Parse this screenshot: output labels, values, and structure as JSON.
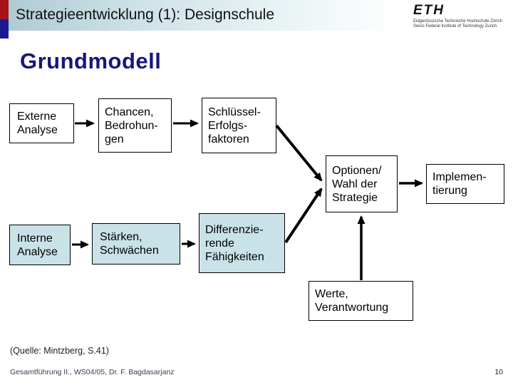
{
  "header": {
    "title": "Strategieentwicklung (1): Designschule",
    "logo": {
      "wordmark": "ETH",
      "line1": "Eidgenössische Technische Hochschule Zürich",
      "line2": "Swiss Federal Institute of Technology Zurich"
    }
  },
  "slide": {
    "title": "Grundmodell"
  },
  "diagram": {
    "boxes": [
      {
        "id": "externe-analyse",
        "lines": [
          "Externe",
          "Analyse"
        ],
        "highlighted": false
      },
      {
        "id": "chancen-bedrohungen",
        "lines": [
          "Chancen,",
          "Bedrohun-",
          "gen"
        ],
        "highlighted": false
      },
      {
        "id": "schluessel-erfolgsfaktoren",
        "lines": [
          "Schlüssel-",
          "Erfolgs-",
          "faktoren"
        ],
        "highlighted": false
      },
      {
        "id": "optionen-wahl-der-strategie",
        "lines": [
          "Optionen/",
          "Wahl der",
          "Strategie"
        ],
        "highlighted": false
      },
      {
        "id": "implementierung",
        "lines": [
          "Implemen-",
          "tierung"
        ],
        "highlighted": false
      },
      {
        "id": "interne-analyse",
        "lines": [
          "Interne",
          "Analyse"
        ],
        "highlighted": true
      },
      {
        "id": "staerken-schwaechen",
        "lines": [
          "Stärken,",
          "Schwächen"
        ],
        "highlighted": true
      },
      {
        "id": "differenzierende-faehigkeiten",
        "lines": [
          "Differenzie-",
          "rende",
          "Fähigkeiten"
        ],
        "highlighted": true
      },
      {
        "id": "werte-verantwortung",
        "lines": [
          "Werte,",
          "Verantwortung"
        ],
        "highlighted": false
      }
    ],
    "flows": [
      "externe-analyse -> chancen-bedrohungen",
      "chancen-bedrohungen -> schluessel-erfolgsfaktoren",
      "schluessel-erfolgsfaktoren -> optionen-wahl-der-strategie",
      "interne-analyse -> staerken-schwaechen",
      "staerken-schwaechen -> differenzierende-faehigkeiten",
      "differenzierende-faehigkeiten -> optionen-wahl-der-strategie",
      "optionen-wahl-der-strategie -> implementierung",
      "werte-verantwortung -> optionen-wahl-der-strategie"
    ]
  },
  "footer": {
    "source": "(Quelle: Mintzberg, S.41)",
    "course": "Gesamtführung II., WS04/05, Dr. F. Bagdasarjanz",
    "page_number": "10"
  },
  "colors": {
    "highlight_box_fill": "#c9e2e8",
    "slide_title": "#16167e",
    "accent_red": "#a81418",
    "accent_blue": "#1a1a91"
  }
}
